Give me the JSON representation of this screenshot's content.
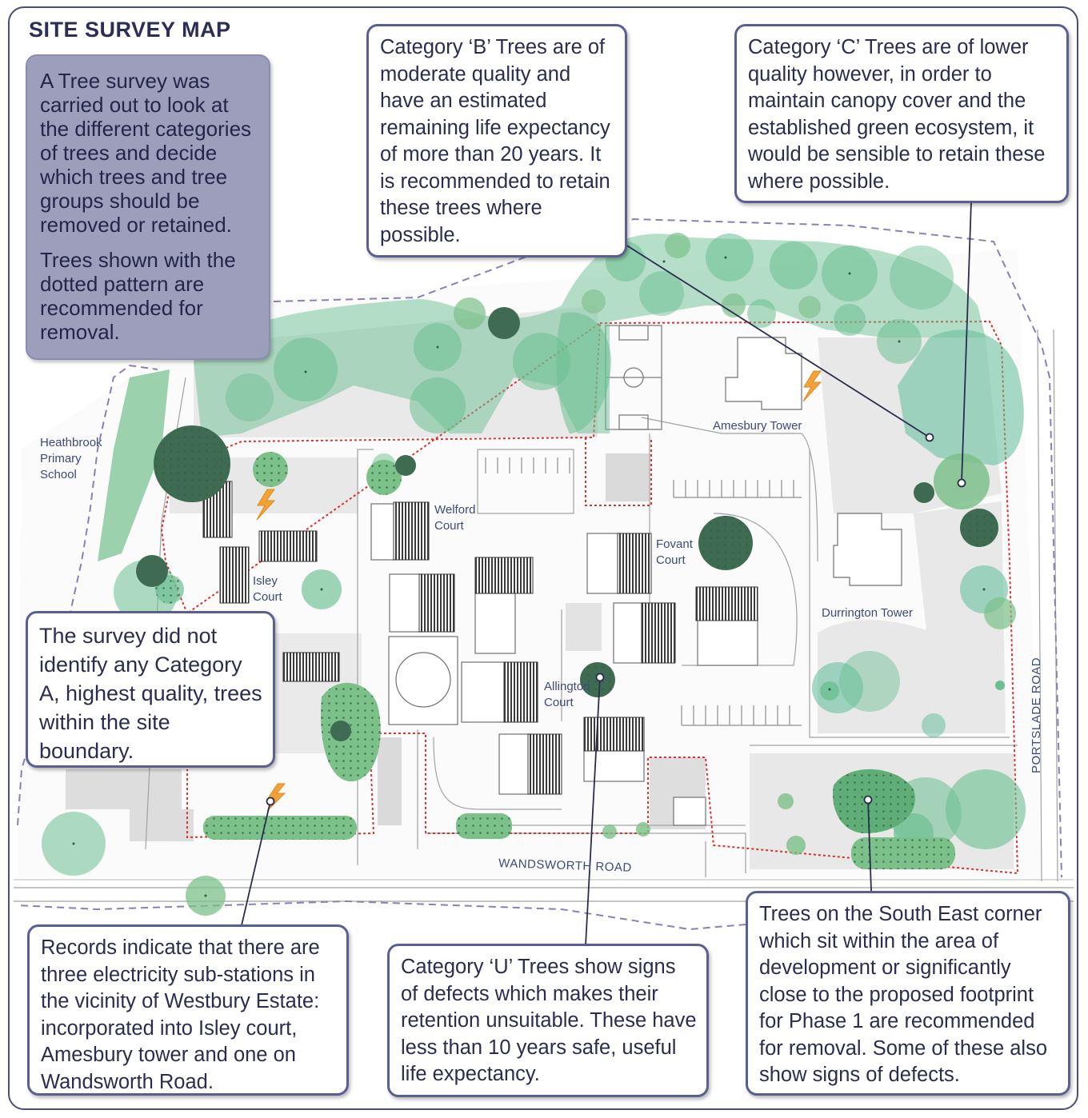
{
  "title": "SITE SURVEY MAP",
  "intro": {
    "paragraph1": "A Tree survey was carried out to look at the different categories of trees and decide which trees and tree groups should be removed or retained.",
    "paragraph2": "Trees shown with the dotted pattern are recommended for removal."
  },
  "callouts": {
    "category_b": "Category ‘B’ Trees are of moderate quality and have an estimated remaining life expectancy of more than 20 years. It is recommended to retain these trees where possible.",
    "category_c": "Category ‘C’ Trees are of lower quality however, in order to maintain canopy cover and the established green ecosystem, it would be sensible to retain these where possible.",
    "category_a": "The survey did not identify any Category A, highest quality, trees within the site boundary.",
    "substations": "Records indicate that there are three electricity sub-stations in the vicinity of Westbury Estate: incorporated into Isley court, Amesbury tower and one on Wandsworth Road.",
    "category_u": "Category ‘U’ Trees show signs of defects which makes their retention unsuitable. These have less than 10 years safe, useful life expectancy.",
    "south_east": "Trees on the South East corner which sit within the area of development or significantly close to the proposed footprint for Phase 1 are recommended for removal. Some of these also show signs of defects."
  },
  "map_labels": {
    "heathbrook_1": "Heathbrook",
    "heathbrook_2": "Primary",
    "heathbrook_3": "School",
    "welford_1": "Welford",
    "welford_2": "Court",
    "isley_1": "Isley",
    "isley_2": "Court",
    "fovant_1": "Fovant",
    "fovant_2": "Court",
    "allington_1": "Allington",
    "allington_2": "Court",
    "amesbury": "Amesbury Tower",
    "durrington": "Durrington Tower",
    "wandsworth": "WANDSWORTH ROAD",
    "portslade": "PORTSLADE ROAD"
  },
  "legend_colors": {
    "category_b": "#6bbf91",
    "category_c": "#7cc08a",
    "category_u": "#3f6b52",
    "site_boundary": "#d9332b",
    "estate_boundary": "#8a7fb8",
    "text": "#2a2d4f"
  },
  "icons": [
    "lightning-icon"
  ]
}
